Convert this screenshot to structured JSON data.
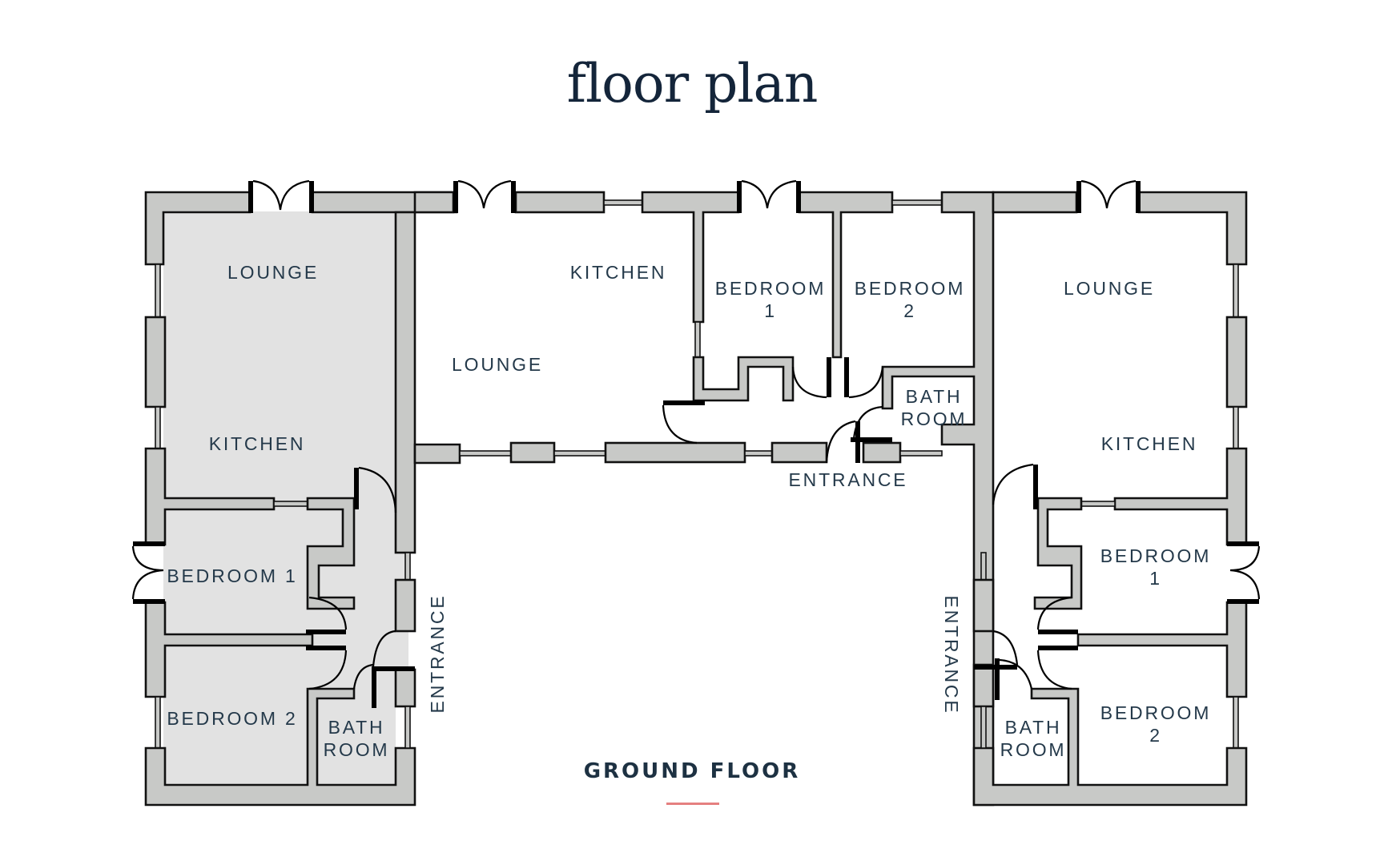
{
  "page": {
    "title": "floor plan",
    "floor_label": "GROUND FLOOR",
    "accent_color": "#e58080",
    "text_color": "#14253a",
    "wall_color": "#c8c9c7",
    "shaded_unit_color": "#e2e2e2"
  },
  "units": {
    "left": {
      "shaded": true,
      "rooms": {
        "lounge": "LOUNGE",
        "kitchen": "KITCHEN",
        "bedroom1": "BEDROOM 1",
        "bedroom2": "BEDROOM 2",
        "bath_line1": "BATH",
        "bath_line2": "ROOM",
        "entrance": "ENTRANCE"
      }
    },
    "center": {
      "shaded": false,
      "rooms": {
        "kitchen": "KITCHEN",
        "lounge": "LOUNGE",
        "bedroom1_line1": "BEDROOM",
        "bedroom1_line2": "1",
        "bedroom2_line1": "BEDROOM",
        "bedroom2_line2": "2",
        "bath_line1": "BATH",
        "bath_line2": "ROOM",
        "entrance": "ENTRANCE"
      }
    },
    "right": {
      "shaded": false,
      "rooms": {
        "lounge": "LOUNGE",
        "kitchen": "KITCHEN",
        "bedroom1_line1": "BEDROOM",
        "bedroom1_line2": "1",
        "bedroom2_line1": "BEDROOM",
        "bedroom2_line2": "2",
        "bath_line1": "BATH",
        "bath_line2": "ROOM",
        "entrance": "ENTRANCE"
      }
    }
  }
}
